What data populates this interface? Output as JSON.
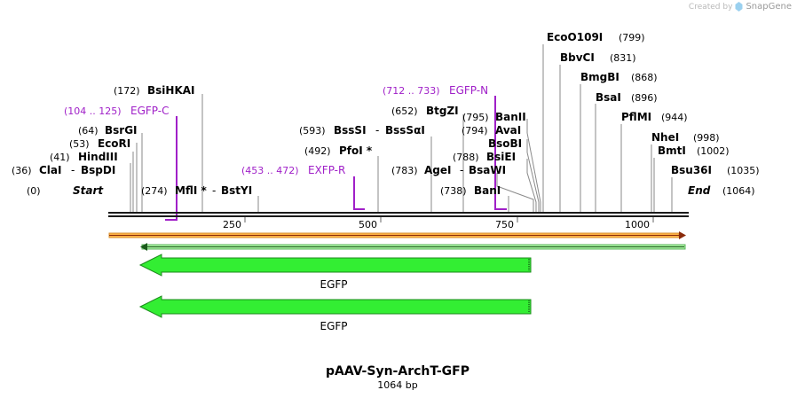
{
  "credit": {
    "prefix": "Created by",
    "brand": "SnapGene"
  },
  "colors": {
    "primer": "#a020c8",
    "feature": "#33ee33",
    "orf_fill": "#ffb347",
    "backbone": "#1a1a1a"
  },
  "map": {
    "length_bp": 1064,
    "title": "pAAV-Syn-ArchT-GFP",
    "subtitle": "1064 bp",
    "start_label": "Start",
    "start_pos": "(0)",
    "end_label": "End",
    "end_pos": "(1064)",
    "ticks": [
      "250",
      "500",
      "750",
      "1000"
    ],
    "sites": [
      {
        "pos": "(36)",
        "name": "ClaI",
        "name2": "BspDI"
      },
      {
        "pos": "(41)",
        "name": "HindIII"
      },
      {
        "pos": "(53)",
        "name": "EcoRI"
      },
      {
        "pos": "(64)",
        "name": "BsrGI"
      },
      {
        "pos": "(172)",
        "name": "BsiHKAI"
      },
      {
        "pos": "(274)",
        "name": "MflI *",
        "name2": "BstYI"
      },
      {
        "pos": "(492)",
        "name": "PfoI *"
      },
      {
        "pos": "(593)",
        "name": "BssSI",
        "name2": "BssSαI"
      },
      {
        "pos": "(652)",
        "name": "BtgZI"
      },
      {
        "pos": "(738)",
        "name": "BanI"
      },
      {
        "pos": "(783)",
        "name": "AgeI",
        "name2": "BsaWI"
      },
      {
        "pos": "(788)",
        "name": "BsiEI"
      },
      {
        "pos": "(794)",
        "name": "AvaI"
      },
      {
        "pos": "(795)",
        "name": "BanII"
      },
      {
        "pos": "(799)",
        "name": "EcoO109I"
      },
      {
        "pos": "(831)",
        "name": "BbvCI"
      },
      {
        "pos": "(868)",
        "name": "BmgBI"
      },
      {
        "pos": "(896)",
        "name": "BsaI"
      },
      {
        "pos": "(944)",
        "name": "PflMI"
      },
      {
        "pos": "(998)",
        "name": "NheI"
      },
      {
        "pos": "(1002)",
        "name": "BmtI"
      },
      {
        "pos": "(1035)",
        "name": "Bsu36I"
      }
    ],
    "primers": [
      {
        "range": "(104 .. 125)",
        "name": "EGFP-C"
      },
      {
        "range": "(453 .. 472)",
        "name": "EXFP-R"
      },
      {
        "range": "(712 .. 733)",
        "name": "EGFP-N"
      }
    ],
    "features": [
      {
        "name": "EGFP"
      },
      {
        "name": "EGFP"
      }
    ]
  }
}
